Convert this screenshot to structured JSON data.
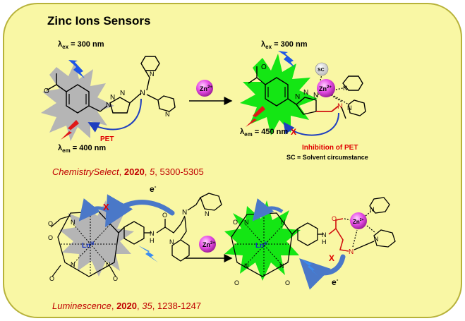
{
  "title": "Zinc Ions Sensors",
  "colors": {
    "panel_bg": "#f9f7a4",
    "panel_border": "#b7b23a",
    "citation_red": "#c00000",
    "pet_red": "#e00000",
    "arrow_blue": "#1f3fbf",
    "burst_gray": "#b5b5b5",
    "burst_green": "#14e614",
    "zinc_magenta": "#e64ee6",
    "lightning_blue": "#1e56e6",
    "lightning_red": "#e01818"
  },
  "top": {
    "left_lambda_ex": "= 300 nm",
    "left_lambda_em": "= 400 nm",
    "pet_label": "PET",
    "reagent_left": "Zn",
    "reagent_charge": "2+",
    "right_lambda_ex": "= 300 nm",
    "right_lambda_em": "= 450 nm",
    "inhibition_label": "Inhibition of PET",
    "sc_note": "SC = Solvent circumstance",
    "sc_ball": "SC",
    "zn_ball": "Zn",
    "zn_ball_charge": "2+",
    "citation": {
      "journal": "ChemistrySelect",
      "sep1": ", ",
      "year": "2020",
      "sep2": ", ",
      "volume": "5",
      "sep3": ", ",
      "pages": "5300-5305"
    }
  },
  "bottom": {
    "electron_top": "e",
    "electron_sup": "-",
    "x_mark": "X",
    "ln_label": "Ln",
    "ln_sup": "III",
    "nh_label": "N",
    "h_label": "H",
    "reagent": "Zn",
    "reagent_charge": "2+",
    "zn_ball": "Zn",
    "zn_ball_charge": "2+",
    "electron_bottom": "e",
    "citation": {
      "journal": "Luminescence",
      "sep1": ", ",
      "year": "2020",
      "sep2": ", ",
      "volume": "35",
      "sep3": ", ",
      "pages": "1238-1247"
    }
  },
  "atoms": {
    "n": "N",
    "o": "O",
    "lambda": "λ",
    "ex": "ex",
    "em": "em"
  }
}
